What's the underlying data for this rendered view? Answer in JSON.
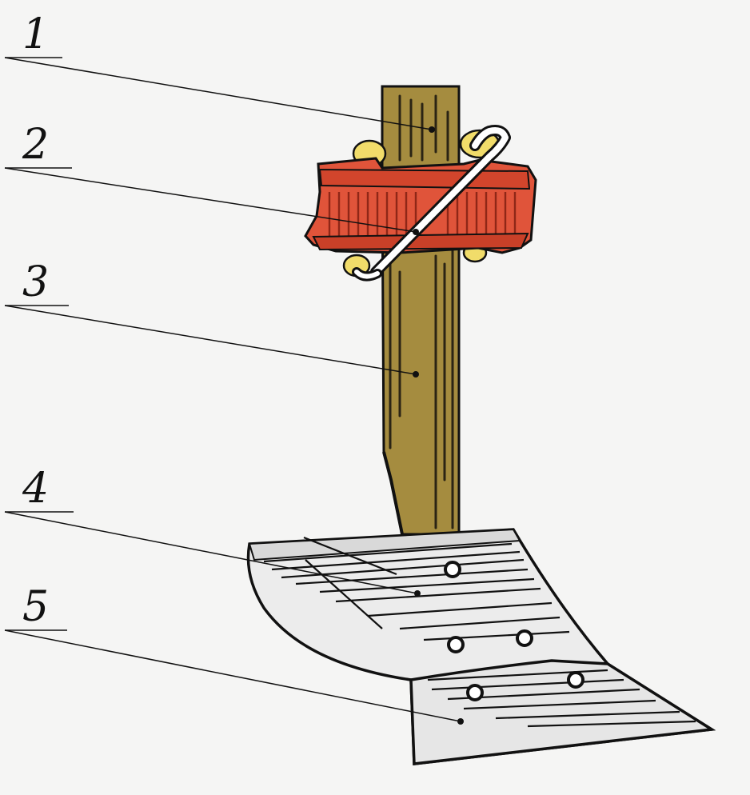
{
  "callouts": [
    {
      "number": "1",
      "part": "stem top"
    },
    {
      "number": "2",
      "part": "clamp"
    },
    {
      "number": "3",
      "part": "stem"
    },
    {
      "number": "4",
      "part": "moldboard"
    },
    {
      "number": "5",
      "part": "share"
    }
  ],
  "colors": {
    "background": "#f5f5f4",
    "stem": "#a58c3f",
    "clamp": "#e0543a",
    "clamp_dark": "#8f2717",
    "bolt_white": "#ffffff",
    "nut_yellow": "#f1dc6a",
    "moldboard": "#e9e9e9",
    "outline": "#111111"
  }
}
